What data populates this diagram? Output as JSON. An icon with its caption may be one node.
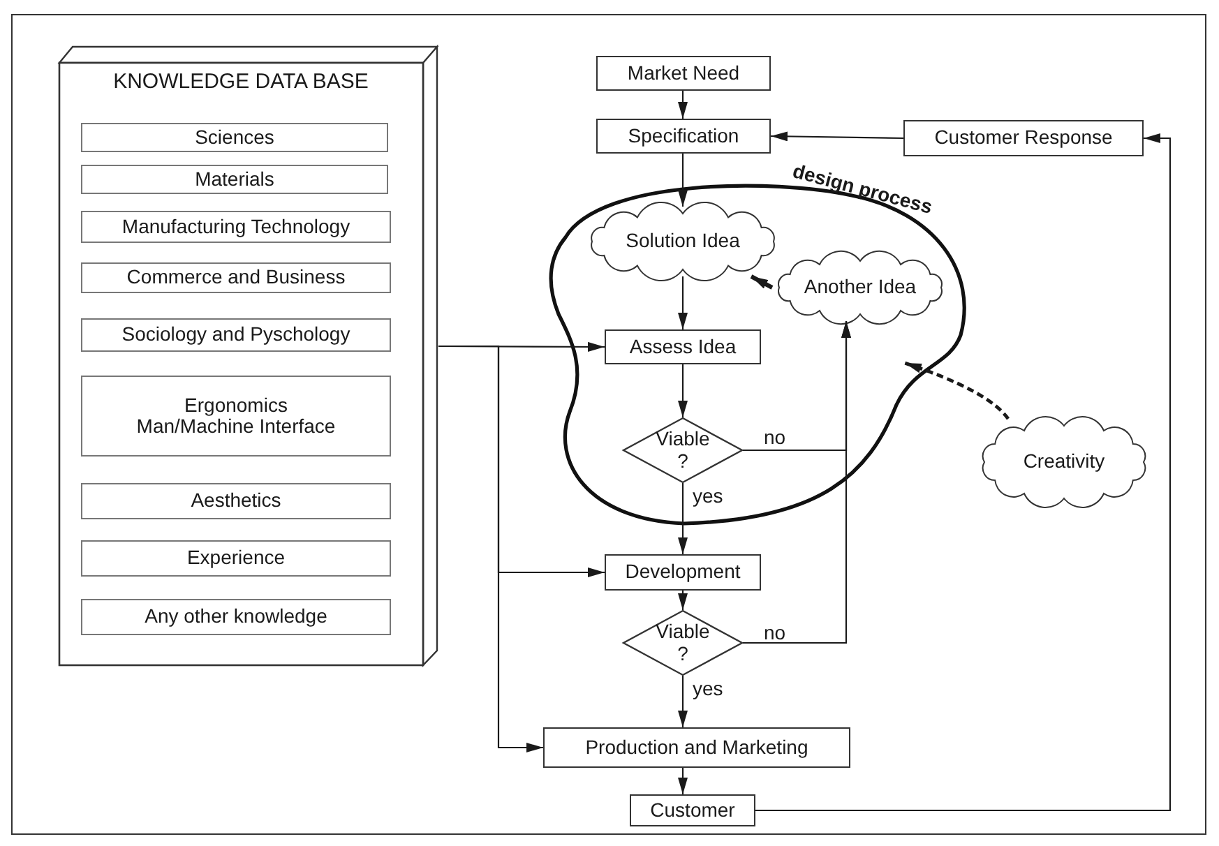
{
  "diagram": {
    "nodes": [
      {
        "text": [
          "KNOWLEDGE DATA BASE"
        ]
      },
      {
        "text": [
          "Sciences"
        ],
        "in": 0
      },
      {
        "text": [
          "Materials"
        ],
        "in": 0
      },
      {
        "text": [
          "Manufacturing Technology"
        ],
        "in": 0
      },
      {
        "text": [
          "Commerce and Business"
        ],
        "in": 0
      },
      {
        "text": [
          "Sociology and Pyschology"
        ],
        "in": 0
      },
      {
        "text": [
          "Ergonomics Man/Machine Interface"
        ],
        "in": 0
      },
      {
        "text": [
          "Aesthetics"
        ],
        "in": 0
      },
      {
        "text": [
          "Experience"
        ],
        "in": 0
      },
      {
        "text": [
          "Any other knowledge"
        ],
        "in": 0
      },
      {
        "text": [
          "design process"
        ]
      },
      {
        "text": [
          "Market Need"
        ]
      },
      {
        "text": [
          "Specification"
        ]
      },
      {
        "text": [
          "Customer Response"
        ]
      },
      {
        "text": [
          "Solution Idea"
        ],
        "in": 10
      },
      {
        "text": [
          "Another Idea"
        ],
        "in": 10
      },
      {
        "text": [
          "Assess Idea"
        ],
        "in": 10
      },
      {
        "text": [
          "Viable ?"
        ],
        "in": 10
      },
      {
        "text": [
          "Creativity"
        ]
      },
      {
        "text": [
          "Development"
        ]
      },
      {
        "text": [
          "Viable ?"
        ]
      },
      {
        "text": [
          "Production and Marketing"
        ]
      },
      {
        "text": [
          "Customer"
        ]
      }
    ],
    "edges": [
      {
        "from": 11,
        "to": 12,
        "arrow": "to"
      },
      {
        "from": 13,
        "to": 12,
        "arrow": "to"
      },
      {
        "from": 12,
        "to": 14,
        "arrow": "to"
      },
      {
        "from": 15,
        "to": 14,
        "arrow": "to",
        "style": "thick"
      },
      {
        "from": 14,
        "to": 16,
        "arrow": "to"
      },
      {
        "from": 16,
        "to": 17,
        "arrow": "to"
      },
      {
        "from": 17,
        "to": 15,
        "arrow": "to",
        "label": "no"
      },
      {
        "from": 17,
        "to": 19,
        "arrow": "to",
        "label": "yes"
      },
      {
        "from": 19,
        "to": 20,
        "arrow": "to"
      },
      {
        "from": 20,
        "to": 15,
        "arrow": "to",
        "label": "no"
      },
      {
        "from": 20,
        "to": 21,
        "arrow": "to",
        "label": "yes"
      },
      {
        "from": 21,
        "to": 22,
        "arrow": "to"
      },
      {
        "from": 22,
        "to": 13,
        "arrow": "to"
      },
      {
        "from": 18,
        "to": 10,
        "arrow": "to",
        "style": "dashed"
      },
      {
        "from": 0,
        "to": 16,
        "arrow": "to"
      },
      {
        "from": 0,
        "to": 19,
        "arrow": "to"
      },
      {
        "from": 0,
        "to": 21,
        "arrow": "to"
      }
    ]
  }
}
